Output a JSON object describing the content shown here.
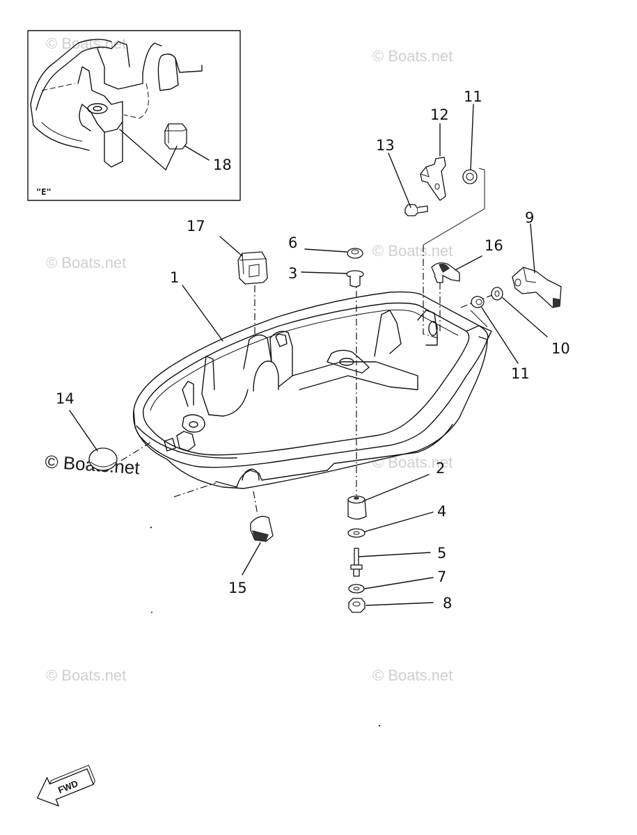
{
  "inset": {
    "view_tag": "\"E\"",
    "part_label": "18"
  },
  "callouts": {
    "p1": "1",
    "p2": "2",
    "p3": "3",
    "p4": "4",
    "p5": "5",
    "p6": "6",
    "p7": "7",
    "p8": "8",
    "p9": "9",
    "p10": "10",
    "p11_top": "11",
    "p11_mid": "11",
    "p12": "12",
    "p13": "13",
    "p14": "14",
    "p15": "15",
    "p16": "16",
    "p17": "17"
  },
  "watermarks": [
    "© Boats.net",
    "© Boats.net",
    "© Boats.net",
    "© Boats.net",
    "© Boats.net",
    "© Boats.net",
    "© Boats.net",
    "© Boats.net"
  ],
  "fwd_arrow": {
    "label": "FWD"
  }
}
